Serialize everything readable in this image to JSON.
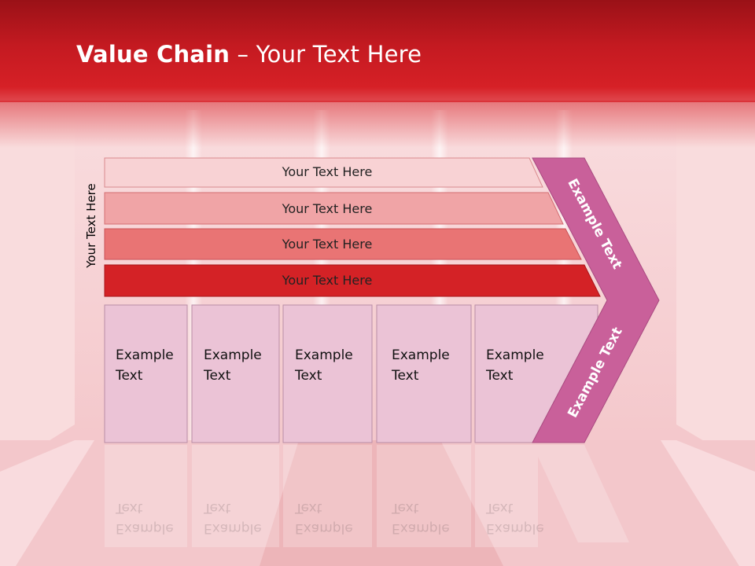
{
  "title": {
    "bold": "Value Chain",
    "rest": " – Your Text Here"
  },
  "side_label": "Your Text Here",
  "bars": [
    {
      "label": "Your Text Here",
      "color": "#f8d2d4"
    },
    {
      "label": "Your Text Here",
      "color": "#f0a4a6"
    },
    {
      "label": "Your Text Here",
      "color": "#e97474"
    },
    {
      "label": "Your Text Here",
      "color": "#d42226"
    }
  ],
  "boxes": [
    {
      "line1": "Example",
      "line2": "Text"
    },
    {
      "line1": "Example",
      "line2": "Text"
    },
    {
      "line1": "Example",
      "line2": "Text"
    },
    {
      "line1": "Example",
      "line2": "Text"
    },
    {
      "line1": "Example",
      "line2": "Text"
    }
  ],
  "chevron": {
    "upper_label": "Example Text",
    "lower_label": "Example Text",
    "color": "#c9609a"
  },
  "colors": {
    "header": "#c41a21",
    "box_fill": "#ebc3d6",
    "background": "#f6d3d6"
  }
}
